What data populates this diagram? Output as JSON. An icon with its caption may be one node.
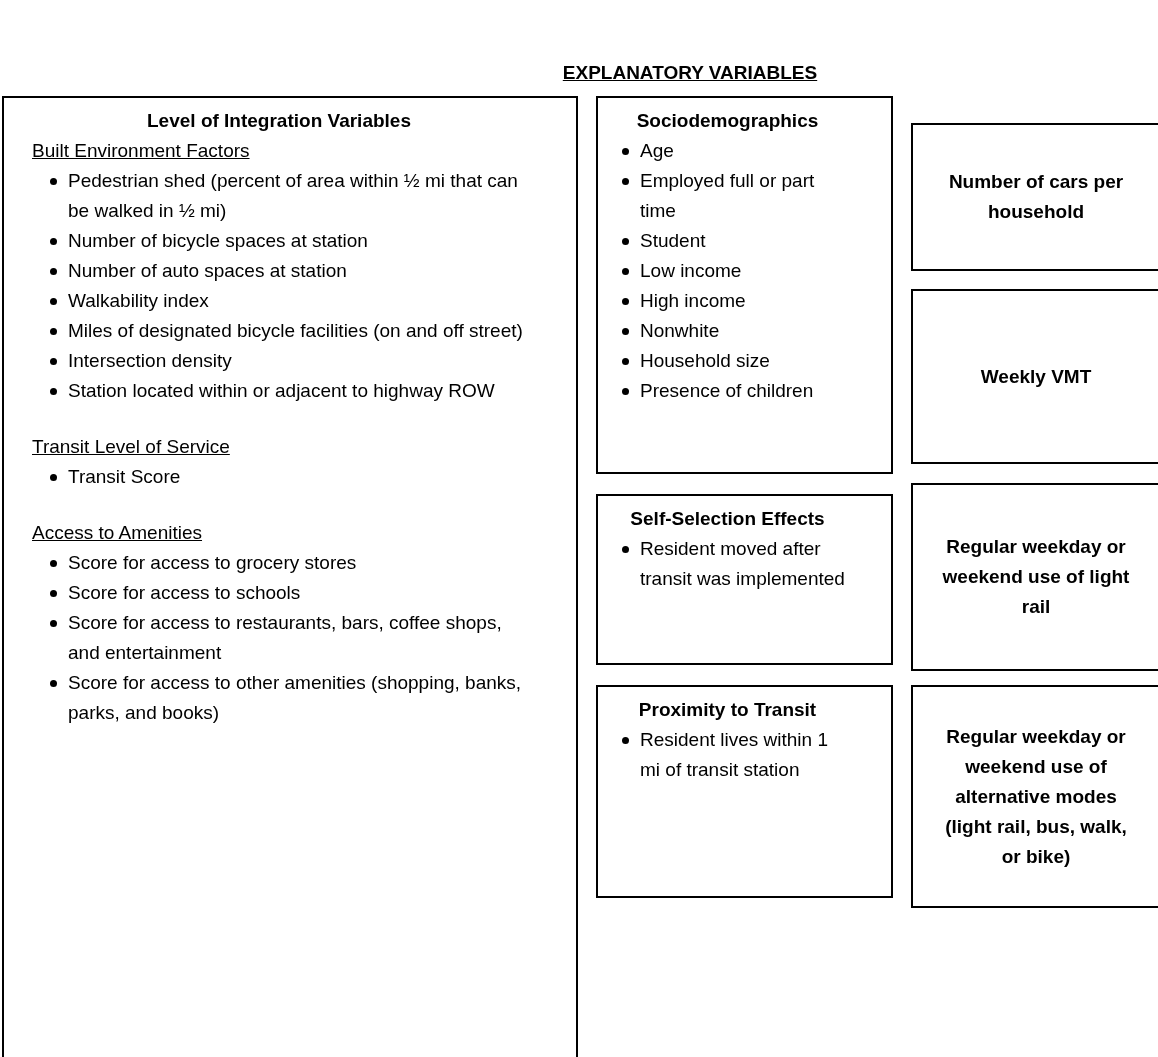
{
  "diagram": {
    "title": "EXPLANATORY VARIABLES",
    "nodes": [
      {
        "text": [
          "Level of Integration Variables",
          "Built Environment Factors",
          "Pedestrian shed (percent of area within ½ mi that can be walked in ½ mi)",
          "Number of bicycle spaces at station",
          "Number of auto spaces at station",
          "Walkability index",
          "Miles of designated bicycle facilities (on and off street)",
          "Intersection density",
          "Station located within or adjacent to highway ROW",
          "Transit Level of Service",
          "Transit Score",
          "Access to Amenities",
          "Score for access to grocery stores",
          "Score for access to schools",
          "Score for access to restaurants, bars, coffee shops, and entertainment",
          "Score for access to other amenities (shopping, banks, parks, and books)"
        ]
      },
      {
        "text": [
          "Sociodemographics",
          "Age",
          "Employed full or part time",
          "Student",
          "Low income",
          "High income",
          "Nonwhite",
          "Household size",
          "Presence of children"
        ]
      },
      {
        "text": [
          "Self-Selection Effects",
          "Resident moved after transit was implemented"
        ]
      },
      {
        "text": [
          "Proximity to Transit",
          "Resident lives within 1 mi of transit station"
        ]
      },
      {
        "text": [
          "Number of cars per household"
        ]
      },
      {
        "text": [
          "Weekly VMT"
        ]
      },
      {
        "text": [
          "Regular weekday or weekend use of light rail"
        ]
      },
      {
        "text": [
          "Regular weekday or weekend use of alternative modes (light rail, bus, walk, or bike)"
        ]
      }
    ]
  }
}
